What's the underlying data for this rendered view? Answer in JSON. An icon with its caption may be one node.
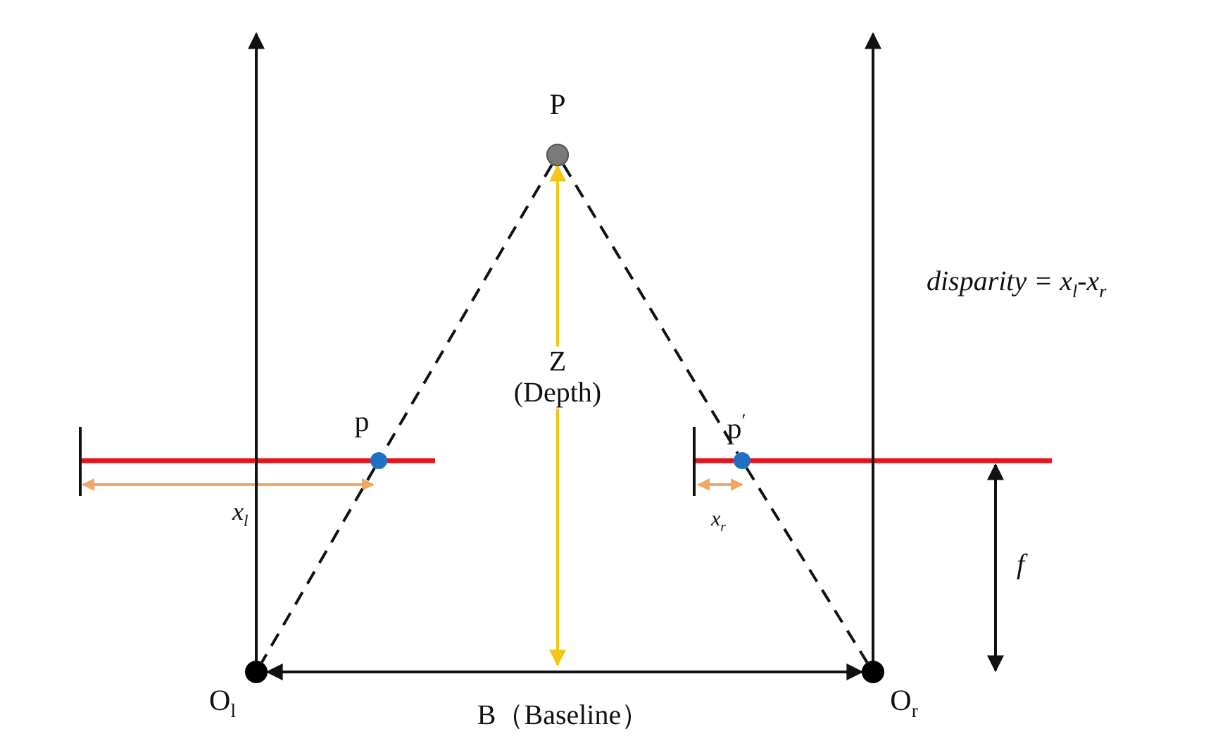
{
  "diagram": {
    "nodes": [
      {
        "text": [
          "P"
        ]
      },
      {
        "text": [
          "O$_{l}$"
        ]
      },
      {
        "text": [
          "O$_{r}$"
        ]
      },
      {
        "text": [
          "p"
        ]
      },
      {
        "text": [
          "p$^{′}$"
        ]
      }
    ],
    "edges": [
      {
        "from": 0,
        "to": 3,
        "arrow": "none",
        "style": "dashed"
      },
      {
        "from": 3,
        "to": 1,
        "arrow": "none",
        "style": "dashed"
      },
      {
        "from": 0,
        "to": 4,
        "arrow": "none",
        "style": "dashed"
      },
      {
        "from": 4,
        "to": 2,
        "arrow": "none",
        "style": "dashed"
      },
      {
        "from": 1,
        "to": 2,
        "arrow": "both",
        "label": "B（Baseline）"
      },
      {
        "from": null,
        "to": 0,
        "arrow": "both",
        "label": "Z (Depth)",
        "color": "#f5c518"
      },
      {
        "from": 1,
        "to": null,
        "arrow": "to"
      },
      {
        "from": 2,
        "to": null,
        "arrow": "to"
      }
    ],
    "labels": [
      "x$_{l}$",
      "x$_{r}$",
      "f",
      "disparity = x$_{l}$-x$_{r}$"
    ]
  }
}
